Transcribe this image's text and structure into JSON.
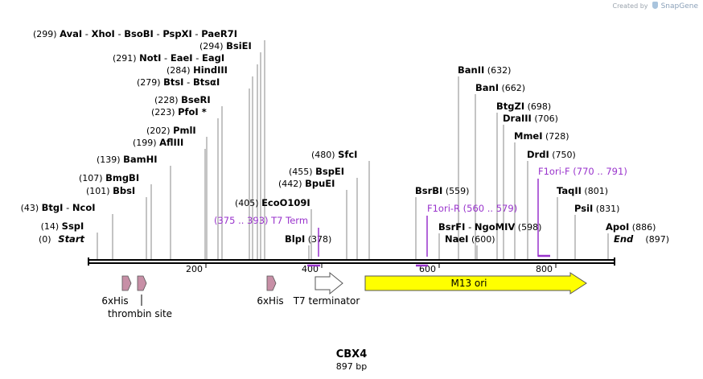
{
  "credit": {
    "prefix": "Created by",
    "brand": "SnapGene"
  },
  "map": {
    "title": "CBX4",
    "length_label": "897 bp",
    "total_bp": 897,
    "start_label": "Start",
    "end_label": "End",
    "ticks": [
      "200",
      "400",
      "600",
      "800"
    ]
  },
  "sites": [
    {
      "pos": "(299)",
      "parts": [
        {
          "t": "AvaI"
        },
        {
          "t": " - ",
          "sep": true
        },
        {
          "t": "XhoI"
        },
        {
          "t": " - ",
          "sep": true
        },
        {
          "t": "BsoBI"
        },
        {
          "t": " - ",
          "sep": true
        },
        {
          "t": "PspXI"
        },
        {
          "t": " - ",
          "sep": true
        },
        {
          "t": "PaeR7I"
        }
      ]
    },
    {
      "pos": "(294)",
      "parts": [
        {
          "t": "BsiEI"
        }
      ]
    },
    {
      "pos": "(291)",
      "parts": [
        {
          "t": "NotI"
        },
        {
          "t": " - ",
          "sep": true
        },
        {
          "t": "EaeI"
        },
        {
          "t": " - ",
          "sep": true
        },
        {
          "t": "EagI"
        }
      ]
    },
    {
      "pos": "(284)",
      "parts": [
        {
          "t": "HindIII"
        }
      ]
    },
    {
      "pos": "(279)",
      "parts": [
        {
          "t": "BtsI"
        },
        {
          "t": " - ",
          "sep": true
        },
        {
          "t": "BtsαI"
        }
      ]
    },
    {
      "pos": "(228)",
      "parts": [
        {
          "t": "BseRI"
        }
      ]
    },
    {
      "pos": "(223)",
      "parts": [
        {
          "t": "PfoI *"
        }
      ]
    },
    {
      "pos": "(202)",
      "parts": [
        {
          "t": "PmlI"
        }
      ]
    },
    {
      "pos": "(199)",
      "parts": [
        {
          "t": "AflIII"
        }
      ]
    },
    {
      "pos": "(139)",
      "parts": [
        {
          "t": "BamHI"
        }
      ]
    },
    {
      "pos": "(107)",
      "parts": [
        {
          "t": "BmgBI"
        }
      ]
    },
    {
      "pos": "(101)",
      "parts": [
        {
          "t": "BbsI"
        }
      ]
    },
    {
      "pos": "(43)",
      "parts": [
        {
          "t": "BtgI"
        },
        {
          "t": " - ",
          "sep": true
        },
        {
          "t": "NcoI"
        }
      ]
    },
    {
      "pos": "(14)",
      "parts": [
        {
          "t": "SspI"
        }
      ]
    },
    {
      "pos": "(480)",
      "parts": [
        {
          "t": "SfcI"
        }
      ]
    },
    {
      "pos": "(455)",
      "parts": [
        {
          "t": "BspEI"
        }
      ]
    },
    {
      "pos": "(442)",
      "parts": [
        {
          "t": "BpuEI"
        }
      ]
    },
    {
      "pos": "(405)",
      "parts": [
        {
          "t": "EcoO109I"
        }
      ]
    },
    {
      "pos": "(378)",
      "parts": [
        {
          "t": "BlpI"
        }
      ],
      "pos_first": false
    },
    {
      "pos": "(632)",
      "parts": [
        {
          "t": "BanII"
        }
      ],
      "pos_first": false
    },
    {
      "pos": "(662)",
      "parts": [
        {
          "t": "BanI"
        }
      ],
      "pos_first": false
    },
    {
      "pos": "(698)",
      "parts": [
        {
          "t": "BtgZI"
        }
      ],
      "pos_first": false
    },
    {
      "pos": "(706)",
      "parts": [
        {
          "t": "DraIII"
        }
      ],
      "pos_first": false
    },
    {
      "pos": "(728)",
      "parts": [
        {
          "t": "MmeI"
        }
      ],
      "pos_first": false
    },
    {
      "pos": "(750)",
      "parts": [
        {
          "t": "DrdI"
        }
      ],
      "pos_first": false
    },
    {
      "pos": "(559)",
      "parts": [
        {
          "t": "BsrBI"
        }
      ],
      "pos_first": false
    },
    {
      "pos": "(801)",
      "parts": [
        {
          "t": "TaqII"
        }
      ],
      "pos_first": false
    },
    {
      "pos": "(831)",
      "parts": [
        {
          "t": "PsiI"
        }
      ],
      "pos_first": false
    },
    {
      "pos": "(598)",
      "parts": [
        {
          "t": "BsrFI"
        },
        {
          "t": " - ",
          "sep": true
        },
        {
          "t": "NgoMIV"
        }
      ],
      "pos_first": false
    },
    {
      "pos": "(600)",
      "parts": [
        {
          "t": "NaeI"
        }
      ],
      "pos_first": false
    },
    {
      "pos": "(886)",
      "parts": [
        {
          "t": "ApoI"
        }
      ],
      "pos_first": false
    }
  ],
  "primers": [
    {
      "name": "T7 Term",
      "range": "(375 .. 393)",
      "name_first": false
    },
    {
      "name": "F1ori-R",
      "range": "(560 .. 579)",
      "name_first": true
    },
    {
      "name": "F1ori-F",
      "range": "(770 .. 791)",
      "name_first": true
    }
  ],
  "features": [
    {
      "name": "6xHis",
      "kind": "small-arrow",
      "color": "#c78fa6"
    },
    {
      "name": "thrombin site",
      "kind": "small-arrow",
      "color": "#c78fa6"
    },
    {
      "name": "6xHis",
      "kind": "small-arrow",
      "color": "#c78fa6"
    },
    {
      "name": "T7 terminator",
      "kind": "arrow",
      "color": "#ffffff"
    },
    {
      "name": "M13 ori",
      "kind": "arrow",
      "color": "#ffff00"
    }
  ],
  "colors": {
    "primer": "#9933cc",
    "backbone": "#000000",
    "leader": "#8a8a8a"
  }
}
